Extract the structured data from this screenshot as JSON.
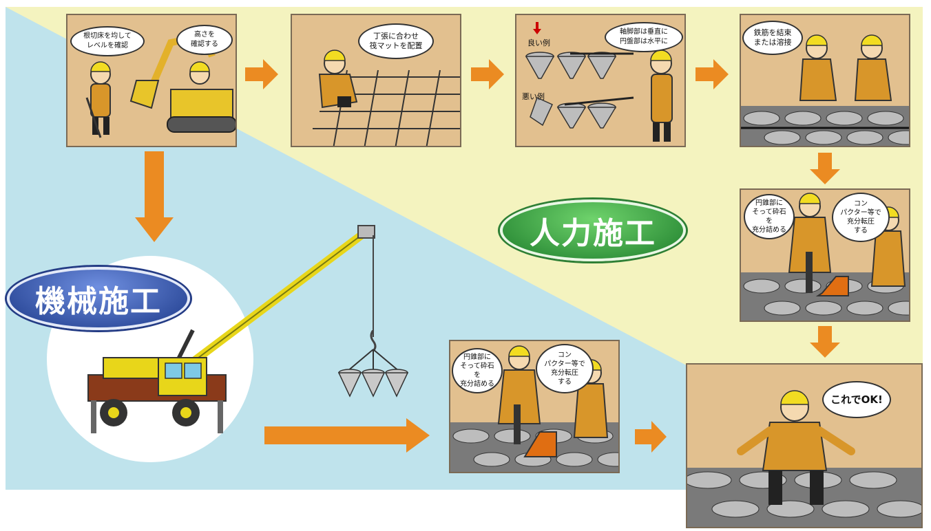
{
  "labels": {
    "manual": "人力施工",
    "machine": "機械施工"
  },
  "steps": {
    "level_check": {
      "worker_bubble": "根切床を均して\nレベルを確認",
      "operator_bubble": "高さを\n確認する"
    },
    "mat_layout": {
      "bubble": "丁張に合わせ\n筏マットを配置"
    },
    "pile_install": {
      "bubble": "軸脚部は垂直に\n円盤部は水平に",
      "good_label": "良い例",
      "bad_label": "悪い例"
    },
    "rebar_bind": {
      "bubble": "鉄筋を結束\nまたは溶接"
    },
    "gravel_fill_manual": {
      "bubble_fill": "円錐部に\nそって砕石を\n充分詰める",
      "bubble_compact": "コン\nパクター等で\n充分転圧\nする"
    },
    "gravel_fill_machine": {
      "bubble_fill": "円錐部に\nそって砕石を\n充分詰める",
      "bubble_compact": "コン\nパクター等で\n充分転圧\nする"
    },
    "complete": {
      "bubble": "これでOK!"
    }
  },
  "colors": {
    "manual_bg": "#f4f3bf",
    "machine_bg": "#bfe3ec",
    "panel": "#e2c08f",
    "arrow": "#eb8b22",
    "manual_badge": "#2e9b3a",
    "machine_badge": "#2f4fa0"
  }
}
